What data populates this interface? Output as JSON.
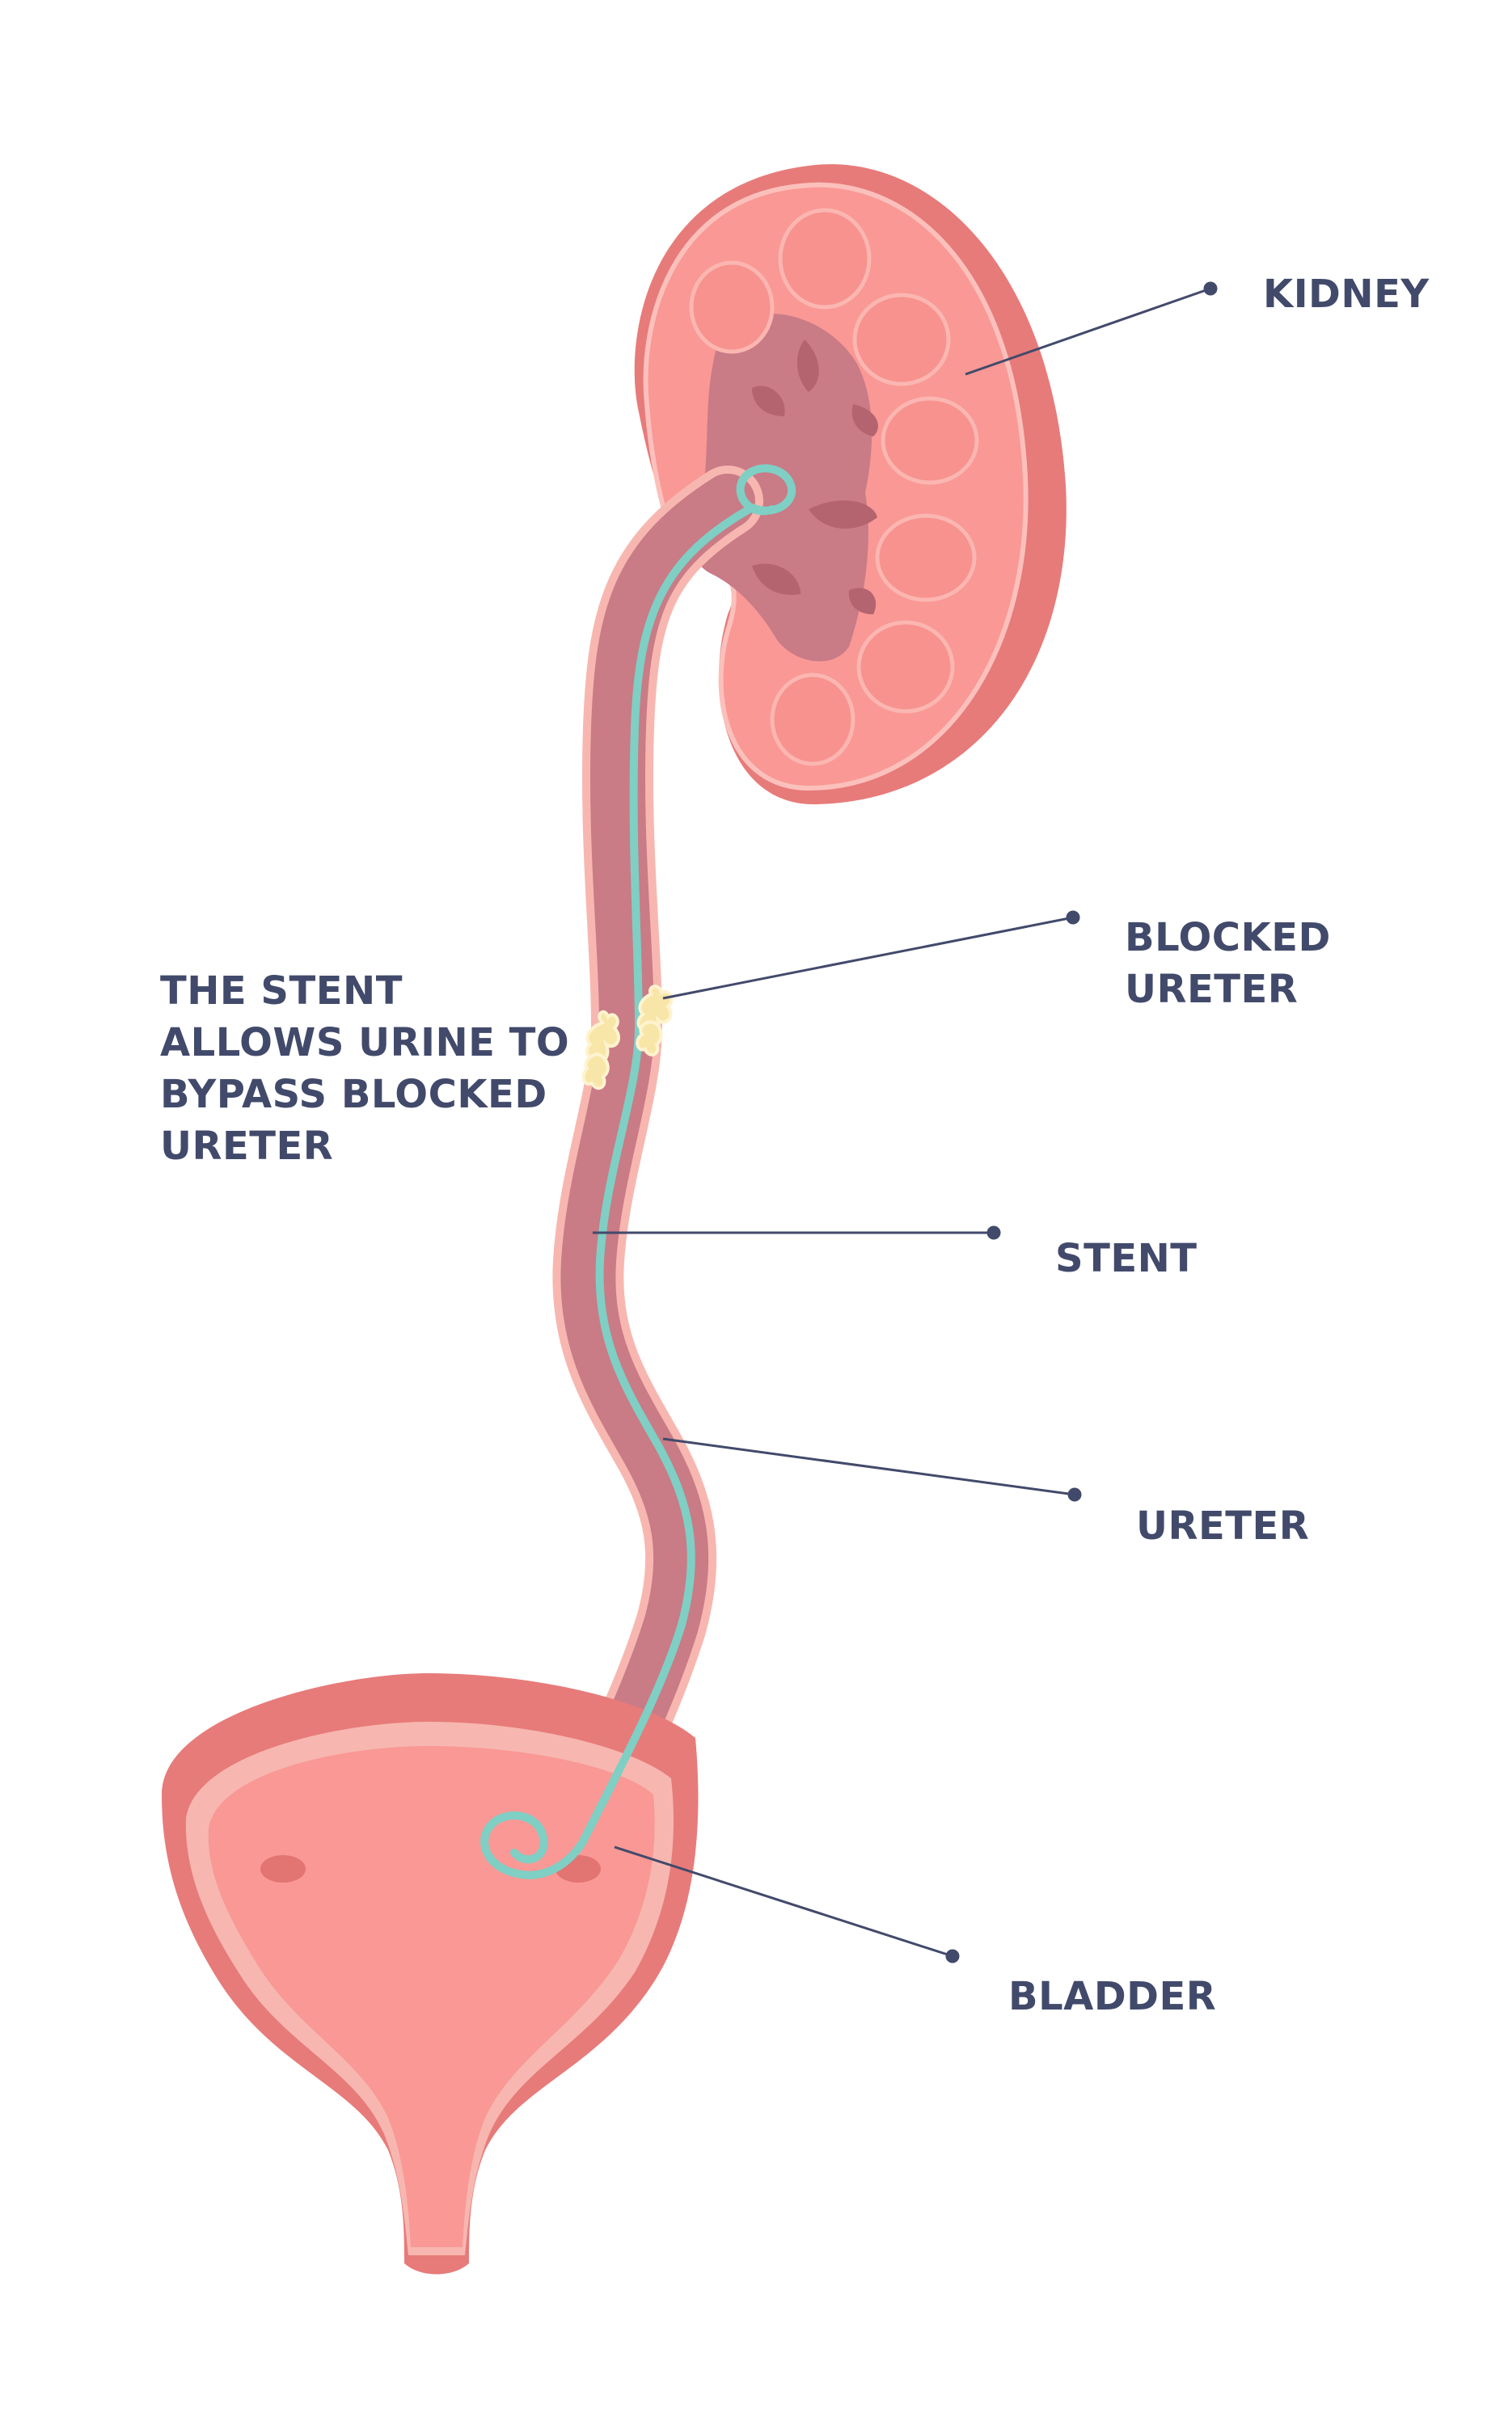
{
  "labels": {
    "kidney": "KIDNEY",
    "blocked_ureter": [
      "BLOCKED",
      "URETER"
    ],
    "stent": "STENT",
    "ureter": "URETER",
    "bladder": "BLADDER"
  },
  "caption": [
    "THE STENT",
    "ALLOWS URINE TO",
    "BYPASS BLOCKED",
    "URETER"
  ],
  "colors": {
    "label_text": "#424a6b",
    "leader_line": "#424a6b",
    "kidney_outer": "#e77b7a",
    "kidney_cortex": "#f99895",
    "kidney_pelvis": "#c97b86",
    "ureter": "#c97b86",
    "ureter_rim": "#f7b7b0",
    "stent": "#7fcfc4",
    "blockage": "#f8e6a8",
    "bladder_outer": "#e77b7a",
    "bladder_inner": "#f99895"
  }
}
